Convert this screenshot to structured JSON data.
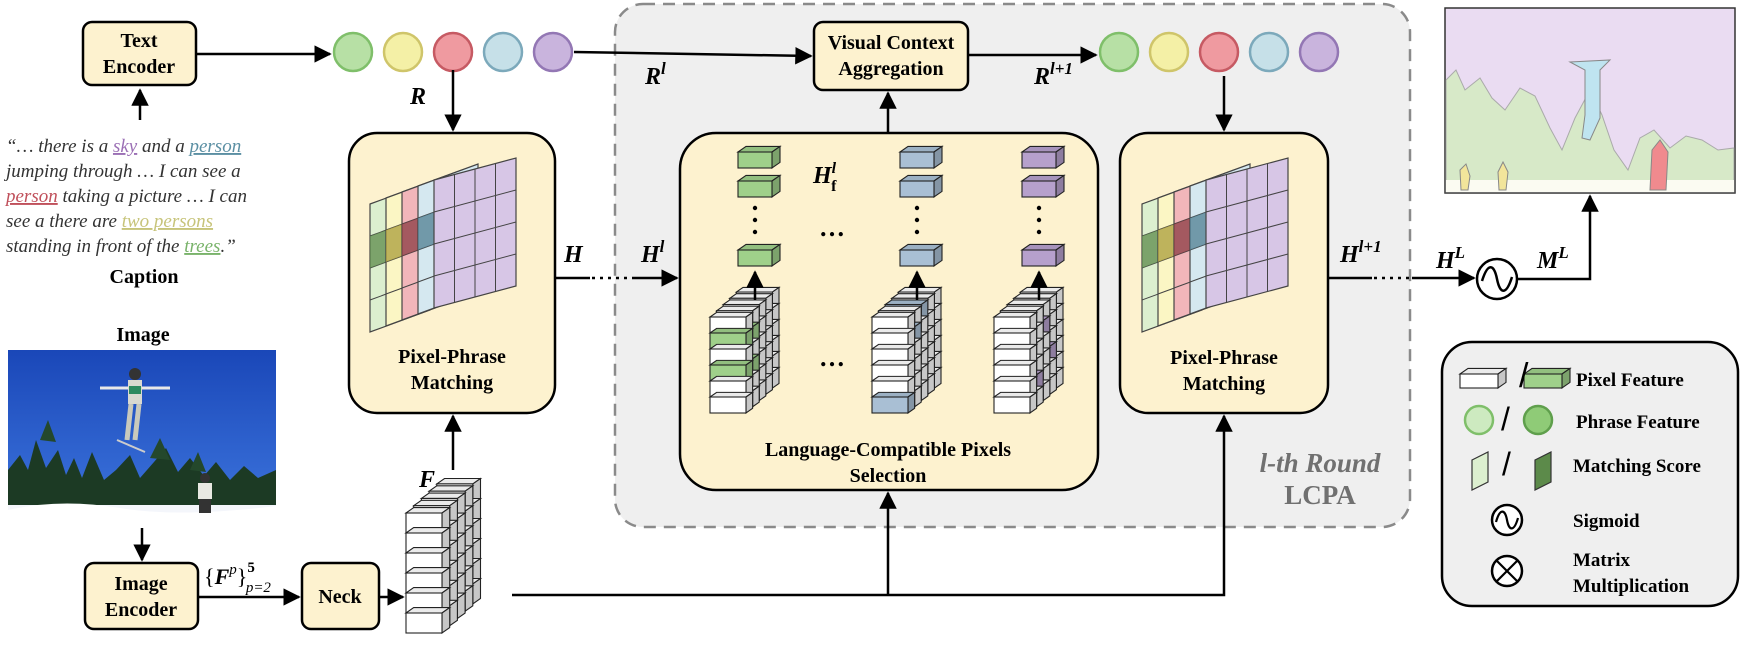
{
  "blocks": {
    "text_encoder": [
      "Text",
      "Encoder"
    ],
    "image_encoder": [
      "Image",
      "Encoder"
    ],
    "neck": "Neck",
    "pixel_phrase_matching": [
      "Pixel-Phrase",
      "Matching"
    ],
    "visual_context_aggregation": [
      "Visual Context",
      "Aggregation"
    ],
    "lcps": [
      "Language-Compatible Pixels",
      "Selection"
    ],
    "round_label": [
      "l-th Round",
      "LCPA"
    ]
  },
  "caption": {
    "title": "Caption",
    "lines": [
      [
        {
          "t": "“… there is a "
        },
        {
          "t": "sky",
          "c": "#9b6fb5"
        },
        {
          "t": " and a "
        },
        {
          "t": "person",
          "c": "#5b8fa3"
        }
      ],
      [
        {
          "t": "jumping through … I can see a"
        }
      ],
      [
        {
          "t": "person",
          "c": "#c0505b"
        },
        {
          "t": " taking a picture … I can"
        }
      ],
      [
        {
          "t": "see a there are "
        },
        {
          "t": "two persons",
          "c": "#c7c47a"
        }
      ],
      [
        {
          "t": "standing in front of the "
        },
        {
          "t": "trees",
          "c": "#79b36a"
        },
        {
          "t": ".”"
        }
      ]
    ]
  },
  "image_title": "Image",
  "symbols": {
    "R": "R",
    "Rl": "R",
    "Rl_sup": "l",
    "Rl1": "R",
    "Rl1_sup": "l+1",
    "H": "H",
    "Hl": "H",
    "Hl_sup": "l",
    "Hf": "H",
    "Hf_sup": "l",
    "Hf_sub": "f",
    "Hl1": "H",
    "Hl1_sup": "l+1",
    "HL": "H",
    "HL_sup": "L",
    "ML": "M",
    "ML_sup": "L",
    "F": "F",
    "Fp_open": "{",
    "Fp": "F",
    "Fp_sup": "p",
    "Fp_close": "}",
    "Fp_range_sup": "5",
    "Fp_range_sub": "p=2",
    "dots": "…"
  },
  "legend": {
    "pixel_feature": "Pixel Feature",
    "phrase_feature": "Phrase Feature",
    "matching_score": "Matching Score",
    "sigmoid": "Sigmoid",
    "matmul": [
      "Matrix",
      "Multiplication"
    ],
    "slash": "/"
  },
  "colors": {
    "block_fill": "#fdf2cf",
    "panel_fill": "#efefef",
    "phrase": [
      "#b7e0a5",
      "#f4f0a6",
      "#ef9aa0",
      "#c6e0e8",
      "#c9b4dd"
    ],
    "phrase_stroke": [
      "#7fbf6a",
      "#cfc56a",
      "#c65a63",
      "#7ca9bb",
      "#9377b4"
    ],
    "green": "#9fd08a",
    "blue": "#a9bfd4",
    "purple": "#b6a0cc"
  }
}
